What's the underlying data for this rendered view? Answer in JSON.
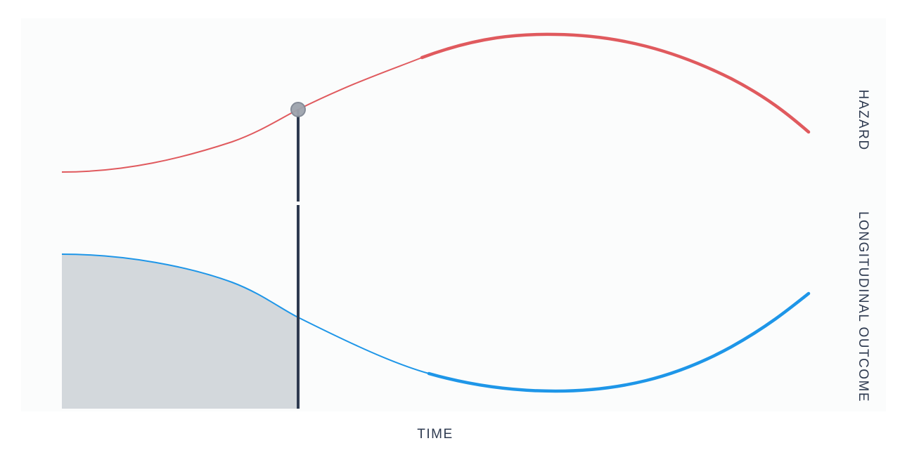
{
  "labels": {
    "x_axis": "TIME",
    "right_top": "HAZARD",
    "right_bottom": "LONGITUDINAL OUTCOME"
  },
  "colors": {
    "background": "#fbfcfc",
    "hazard": "#e05a5e",
    "longitudinal": "#1e96e8",
    "marker_line": "#2e3a50",
    "marker_dot": "#9ea4ae",
    "shaded_area": "#d3d8dc",
    "label_text": "#2e3a50"
  }
}
